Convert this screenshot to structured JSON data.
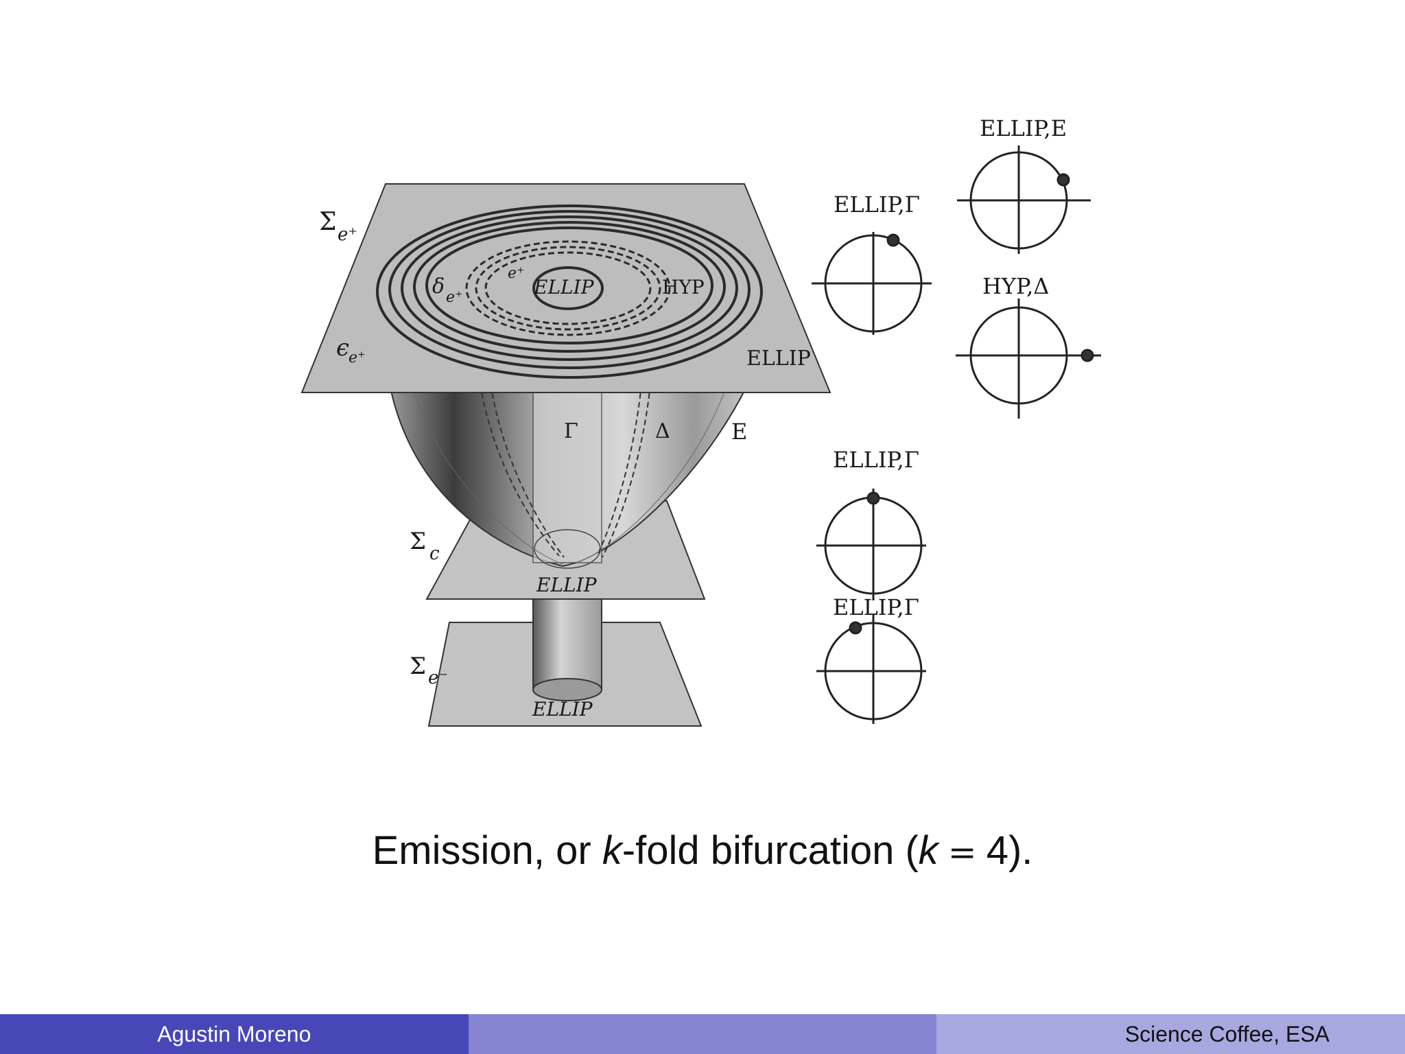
{
  "figure": {
    "sigma_e_plus": "Σ",
    "sigma_e_plus_sub": "e⁺",
    "delta_label": "δ",
    "delta_sub": "e⁺",
    "e_plus_label": "e⁺",
    "ellip_center": "ELLIP",
    "hyp_top": "HYP",
    "epsilon_label": "ϵ",
    "epsilon_sub": "e⁺",
    "ellip_top_right": "ELLIP",
    "gamma": "Γ",
    "delta_big": "Δ",
    "e_label": "E",
    "sigma_c": "Σ",
    "sigma_c_sub": "c",
    "ellip_mid": "ELLIP",
    "sigma_e_minus": "Σ",
    "sigma_e_minus_sub": "e⁻",
    "ellip_bottom": "ELLIP",
    "circles": [
      {
        "label": "ELLIP,Γ"
      },
      {
        "label": "ELLIP,E"
      },
      {
        "label": "HYP,Δ"
      },
      {
        "label": "ELLIP,Γ"
      },
      {
        "label": "ELLIP,Γ"
      }
    ]
  },
  "caption": {
    "part1": "Emission, or ",
    "k1": "k",
    "part2": "-fold bifurcation (",
    "k2": "k",
    "eq": "=",
    "part3": "4)."
  },
  "footer": {
    "author": "Agustin Moreno",
    "venue": "Science Coffee, ESA",
    "colors": [
      "#4747b8",
      "#8585d1",
      "#a8a8e0"
    ]
  }
}
